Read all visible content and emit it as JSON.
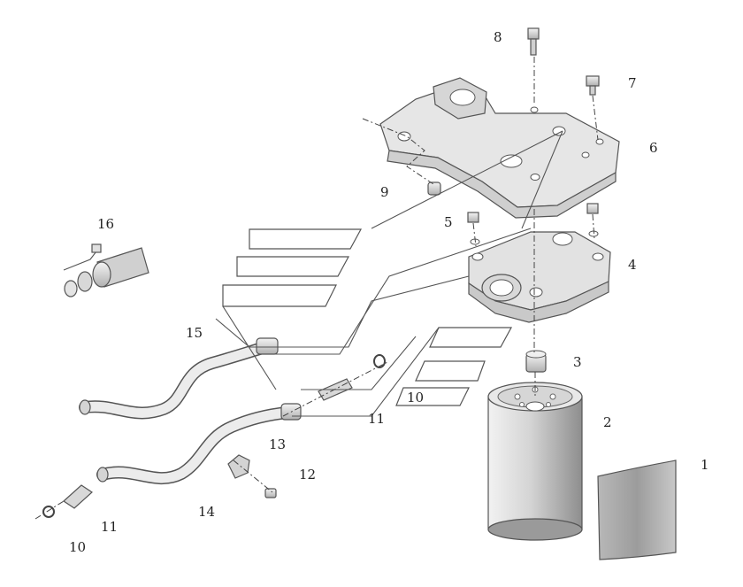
{
  "callouts": [
    {
      "id": "1",
      "text": "1"
    },
    {
      "id": "2",
      "text": "2"
    },
    {
      "id": "3",
      "text": "3"
    },
    {
      "id": "4",
      "text": "4"
    },
    {
      "id": "5",
      "text": "5"
    },
    {
      "id": "6",
      "text": "6"
    },
    {
      "id": "7",
      "text": "7"
    },
    {
      "id": "8",
      "text": "8"
    },
    {
      "id": "9",
      "text": "9"
    },
    {
      "id": "10a",
      "text": "10"
    },
    {
      "id": "10b",
      "text": "10"
    },
    {
      "id": "11a",
      "text": "11"
    },
    {
      "id": "11b",
      "text": "11"
    },
    {
      "id": "12",
      "text": "12"
    },
    {
      "id": "13",
      "text": "13"
    },
    {
      "id": "14",
      "text": "14"
    },
    {
      "id": "15",
      "text": "15"
    },
    {
      "id": "16",
      "text": "16"
    }
  ],
  "colors": {
    "background": "#ffffff",
    "part_fill": "#e4e4e4",
    "part_shade": "#a8a8a8",
    "line": "#555555"
  }
}
